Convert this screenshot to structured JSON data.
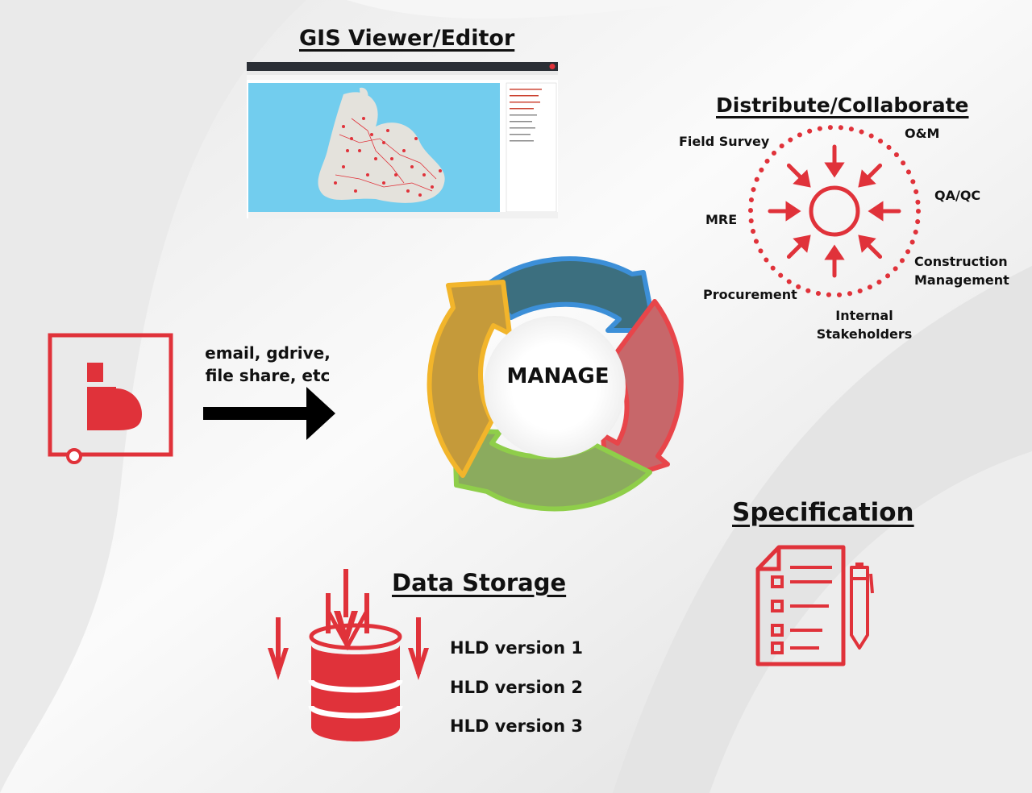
{
  "gis": {
    "title": "GIS Viewer/Editor",
    "window_title": "E. Block Island As Built"
  },
  "collab": {
    "title": "Distribute/Collaborate",
    "labels": {
      "field_survey": "Field Survey",
      "om": "O&M",
      "qaqc": "QA/QC",
      "mre": "MRE",
      "construction_1": "Construction",
      "construction_2": "Management",
      "procurement": "Procurement",
      "internal_1": "Internal",
      "internal_2": "Stakeholders"
    },
    "accent_color": "#e0323a"
  },
  "transfer": {
    "line1": "email, gdrive,",
    "line2": "file share, etc"
  },
  "cycle": {
    "center_label": "MANAGE",
    "colors": {
      "blue": "#3c8fd8",
      "red": "#e8454a",
      "green": "#8fce4a",
      "yellow": "#f2b52b"
    }
  },
  "storage": {
    "title": "Data Storage",
    "versions": [
      "HLD version 1",
      "HLD version 2",
      "HLD version 3"
    ]
  },
  "spec": {
    "title": "Specification"
  }
}
